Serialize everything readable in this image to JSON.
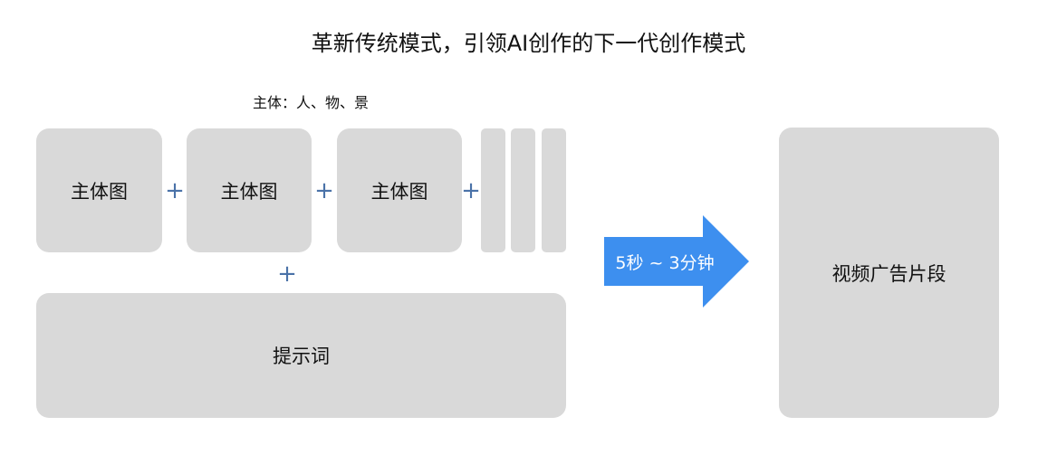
{
  "title": "革新传统模式，引领AI创作的下一代创作模式",
  "subject_note": "主体：人、物、景",
  "subject_boxes": [
    {
      "label": "主体图"
    },
    {
      "label": "主体图"
    },
    {
      "label": "主体图"
    }
  ],
  "plus_symbol": "+",
  "prompt_box": {
    "label": "提示词"
  },
  "arrow": {
    "label": "5秒 ~ 3分钟",
    "color": "#3d8fef"
  },
  "output_box": {
    "label": "视频广告片段"
  },
  "colors": {
    "box_fill": "#d9d9d9",
    "plus": "#4a72a8",
    "arrow": "#3d8fef"
  }
}
